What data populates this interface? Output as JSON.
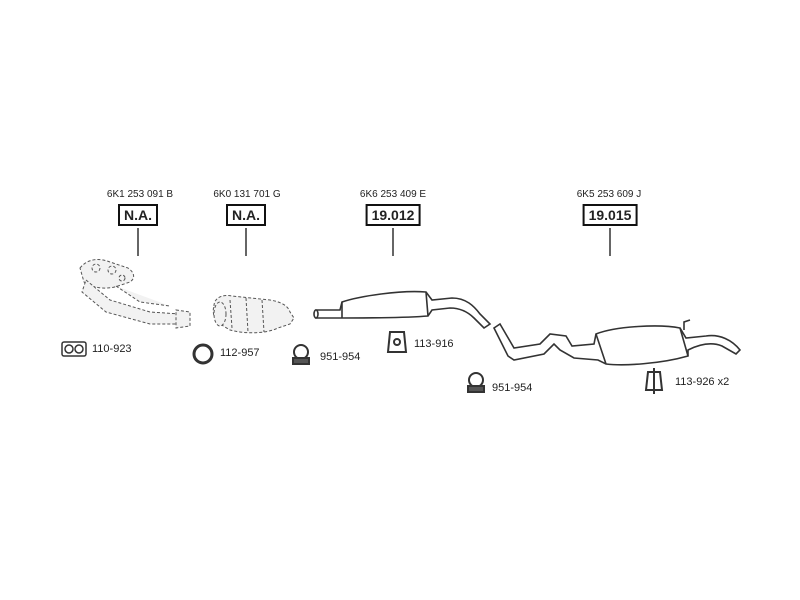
{
  "parts": [
    {
      "id": "front-pipe",
      "oem": "6K1 253 091 B",
      "ref": "N.A."
    },
    {
      "id": "catalyst",
      "oem": "6K0 131 701 G",
      "ref": "N.A."
    },
    {
      "id": "middle-silencer",
      "oem": "6K6 253 409 E",
      "ref": "19.012"
    },
    {
      "id": "rear-silencer",
      "oem": "6K5 253 609 J",
      "ref": "19.015"
    }
  ],
  "accessories": [
    {
      "id": "gasket",
      "code": "110-923",
      "icon": "gasket-icon"
    },
    {
      "id": "ring",
      "code": "112-957",
      "icon": "seal-ring-icon"
    },
    {
      "id": "clamp1",
      "code": "951-954",
      "icon": "clamp-icon"
    },
    {
      "id": "hanger1",
      "code": "113-916",
      "icon": "rubber-hanger-icon"
    },
    {
      "id": "clamp2",
      "code": "951-954",
      "icon": "clamp-icon"
    },
    {
      "id": "hanger2",
      "code": "113-926 x2",
      "icon": "rubber-mount-icon"
    }
  ],
  "colors": {
    "stroke": "#333333",
    "fill": "#ffffff",
    "shade": "#cccccc"
  }
}
